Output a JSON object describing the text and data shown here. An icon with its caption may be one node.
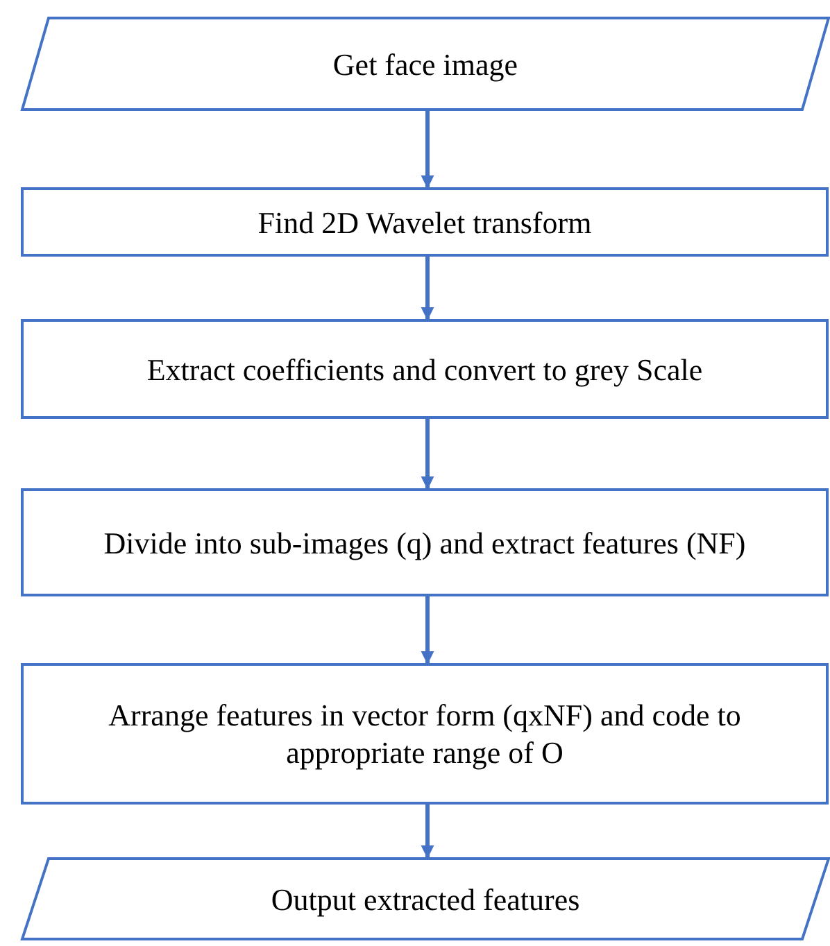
{
  "diagram": {
    "nodes": [
      {
        "text": [
          "Get face image"
        ]
      },
      {
        "text": [
          "Find 2D Wavelet transform"
        ]
      },
      {
        "text": [
          "Extract coefficients and convert to grey Scale"
        ]
      },
      {
        "text": [
          "Divide into sub-images (q) and extract features (NF)"
        ]
      },
      {
        "text": [
          "Arrange features in vector form (qxNF) and code to appropriate range of O"
        ]
      },
      {
        "text": [
          "Output extracted features"
        ]
      }
    ],
    "edges": [
      {
        "from": 0,
        "to": 1,
        "arrow": "to"
      },
      {
        "from": 1,
        "to": 2,
        "arrow": "to"
      },
      {
        "from": 2,
        "to": 3,
        "arrow": "to"
      },
      {
        "from": 3,
        "to": 4,
        "arrow": "to"
      },
      {
        "from": 4,
        "to": 5,
        "arrow": "to"
      }
    ]
  }
}
